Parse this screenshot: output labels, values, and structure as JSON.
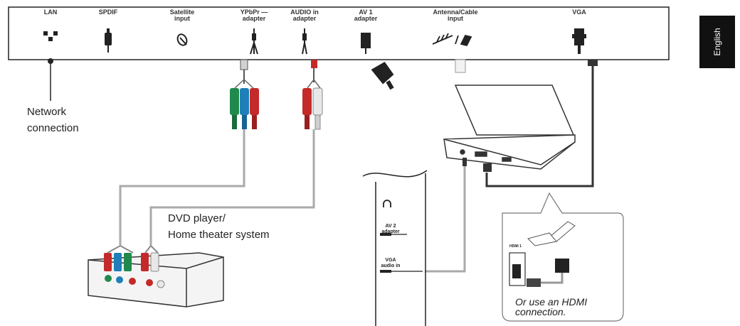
{
  "panel_ports": [
    {
      "id": "lan",
      "label": "LAN",
      "icon": "lan-network-icon"
    },
    {
      "id": "spdif",
      "label": "SPDIF",
      "icon": "rca-plug-icon"
    },
    {
      "id": "satellite",
      "label": "Satellite\ninput",
      "icon": "satellite-dish-icon"
    },
    {
      "id": "ypbpr",
      "label": "YPbPr —\nadapter",
      "icon": "minijack-splitter-icon"
    },
    {
      "id": "audio_in",
      "label": "AUDIO in\nadapter",
      "icon": "minijack-splitter-icon"
    },
    {
      "id": "av1",
      "label": "AV 1\nadapter",
      "icon": "scart-adapter-icon"
    },
    {
      "id": "antenna",
      "label": "Antenna/Cable\ninput",
      "icon": "antenna-cable-icon"
    },
    {
      "id": "vga",
      "label": "VGA",
      "icon": "vga-connector-icon"
    }
  ],
  "language_tab": "English",
  "network_label": "Network\nconnection",
  "dvd_label": "DVD player/\nHome theater system",
  "side_panel": {
    "av2_label": "AV 2\nadapter",
    "vga_audio_label": "VGA\naudio in"
  },
  "hdmi_inset": {
    "port_label": "HDMI 1",
    "note": "Or use an HDMI\nconnection."
  },
  "colors": {
    "green": "#1f8a4c",
    "blue": "#1f7fb8",
    "red": "#c42a2a",
    "white_plug": "#e8e8e8",
    "cable": "#aaaaaa",
    "panel_line": "#222222"
  }
}
